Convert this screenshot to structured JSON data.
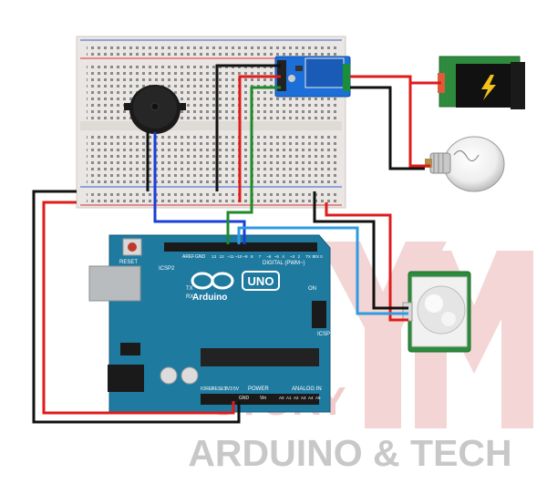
{
  "watermark": {
    "logo_letters": "YM",
    "story_word": "STORY",
    "caption": "ARDUINO & TECH",
    "color": "#d66a6a"
  },
  "arduino": {
    "brand": "Arduino",
    "model": "UNO",
    "reset_label": "RESET",
    "icsp2_label": "ICSP2",
    "icsp_label": "ICSP",
    "tx_label": "TX",
    "rx_label": "RX",
    "on_label": "ON",
    "aref_label": "AREF",
    "gnd_label": "GND",
    "digital_label": "DIGITAL (PWM~)",
    "power_label": "POWER",
    "analog_label": "ANALOG IN",
    "ioref_label": "IOREF",
    "reset_pin_label": "RESET",
    "v33_label": "3V3",
    "v5_label": "5V",
    "vin_label": "Vin",
    "digital_pins": [
      "13",
      "12",
      "~11",
      "~10",
      "~9",
      "8",
      "7",
      "~6",
      "~5",
      "4",
      "~3",
      "2",
      "TX 1",
      "RX 0"
    ],
    "analog_pins": [
      "A0",
      "A1",
      "A2",
      "A3",
      "A4",
      "A5"
    ],
    "board_color": "#1f7aa0"
  },
  "colors": {
    "wire_red": "#e01b1b",
    "wire_black": "#111111",
    "wire_blue": "#1a3fd6",
    "wire_green": "#1f8a2a",
    "wire_lightblue": "#2f9be0",
    "pcb_green": "#2e8b3d",
    "relay_blue": "#1c6fd9"
  },
  "components": [
    "breadboard",
    "buzzer",
    "relay-module",
    "battery",
    "light-bulb",
    "pir-sensor",
    "arduino-uno"
  ]
}
